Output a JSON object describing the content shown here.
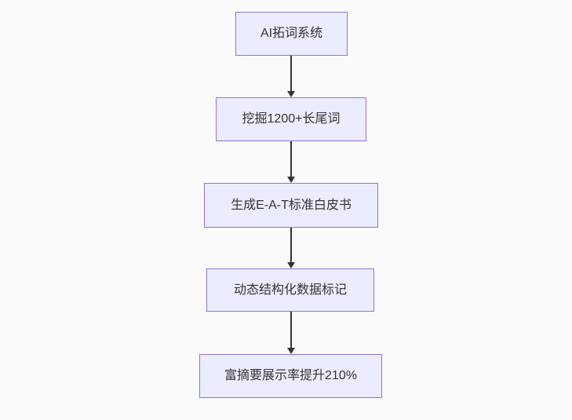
{
  "diagram": {
    "type": "flowchart",
    "direction": "top-down",
    "nodes": [
      {
        "label": "AI拓词系统"
      },
      {
        "label": "挖掘1200+长尾词"
      },
      {
        "label": "生成E-A-T标准白皮书"
      },
      {
        "label": "动态结构化数据标记"
      },
      {
        "label": "富摘要展示率提升210%"
      }
    ],
    "edges": [
      {
        "from": "AI拓词系统",
        "to": "挖掘1200+长尾词"
      },
      {
        "from": "挖掘1200+长尾词",
        "to": "生成E-A-T标准白皮书"
      },
      {
        "from": "生成E-A-T标准白皮书",
        "to": "动态结构化数据标记"
      },
      {
        "from": "动态结构化数据标记",
        "to": "富摘要展示率提升210%"
      }
    ],
    "colors": {
      "node_fill": "#ECECFF",
      "node_border": "#9370DB",
      "arrow": "#333333",
      "text": "#333333",
      "background": "#fafafa"
    }
  }
}
